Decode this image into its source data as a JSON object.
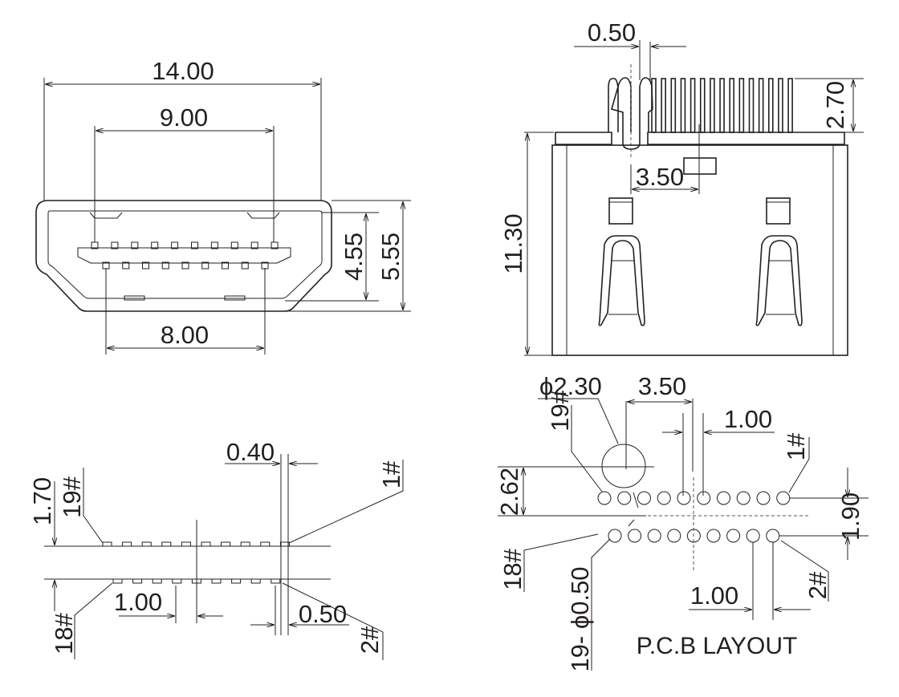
{
  "front_view": {
    "width_total": "14.00",
    "width_inner": "9.00",
    "width_bottom": "8.00",
    "height_inner": "4.55",
    "height_total": "5.55",
    "top_pin_count": 10,
    "bottom_pin_count": 9
  },
  "top_view": {
    "pin_width": "0.50",
    "pin_height": "2.70",
    "body_length": "11.30",
    "offset": "3.50"
  },
  "footprint_view": {
    "row_spacing": "1.70",
    "pad_width": "0.40",
    "pitch": "1.00",
    "half_pitch": "0.50",
    "pin_19": "19#",
    "pin_1": "1#",
    "pin_18": "18#",
    "pin_2": "2#"
  },
  "pcb_layout": {
    "title": "P.C.B LAYOUT",
    "hole_diameter": "ϕ2.30",
    "hole_offset": "3.50",
    "pitch_top": "1.00",
    "pitch_bottom": "1.00",
    "hole_row_offset": "2.62",
    "row_spacing": "1.90",
    "pin_19": "19#",
    "pin_1": "1#",
    "pin_18": "18#",
    "pin_2": "2#",
    "pad_spec": "19- ϕ0.50"
  }
}
